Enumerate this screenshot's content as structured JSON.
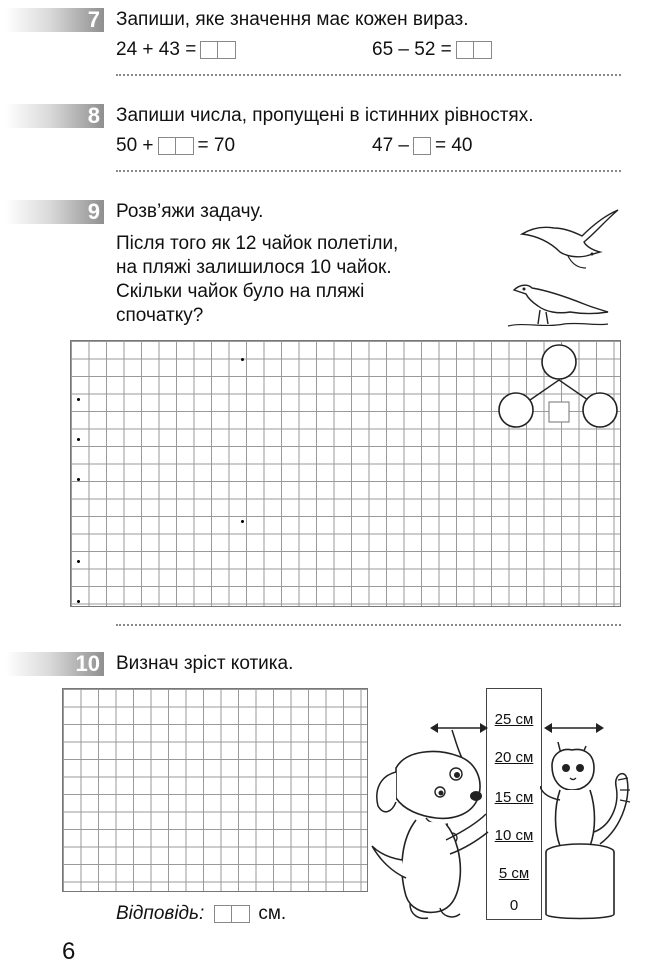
{
  "page_number": "6",
  "tasks": {
    "t7": {
      "number": "7",
      "title": "Запиши, яке значення має кожен вираз.",
      "expr1": "24 + 43 =",
      "expr2": "65 – 52 ="
    },
    "t8": {
      "number": "8",
      "title": "Запиши числа, пропущені в істинних рівностях.",
      "expr1_left": "50 +",
      "expr1_right": "= 70",
      "expr2_left": "47 –",
      "expr2_right": "= 40"
    },
    "t9": {
      "number": "9",
      "title": "Розв’яжи задачу.",
      "problem_lines": [
        "Після того як 12 чайок полетіли,",
        "на пляжі залишилося 10 чайок.",
        "Скільки чайок було на пляжі",
        "спочатку?"
      ]
    },
    "t10": {
      "number": "10",
      "title": "Визнач зріст котика.",
      "answer_label": "Відповідь:",
      "answer_unit": "см.",
      "ruler_labels": [
        "25 см",
        "20 см",
        "15 см",
        "10 см",
        "5 см",
        "0"
      ]
    }
  },
  "colors": {
    "number_badge": "#8f8f8f",
    "grid_line": "#9a9a9a"
  },
  "icons": [
    "seagull-flying-illustration",
    "seagull-standing-illustration",
    "number-tree-diagram",
    "dog-illustration",
    "cat-illustration",
    "double-arrow-icon"
  ]
}
